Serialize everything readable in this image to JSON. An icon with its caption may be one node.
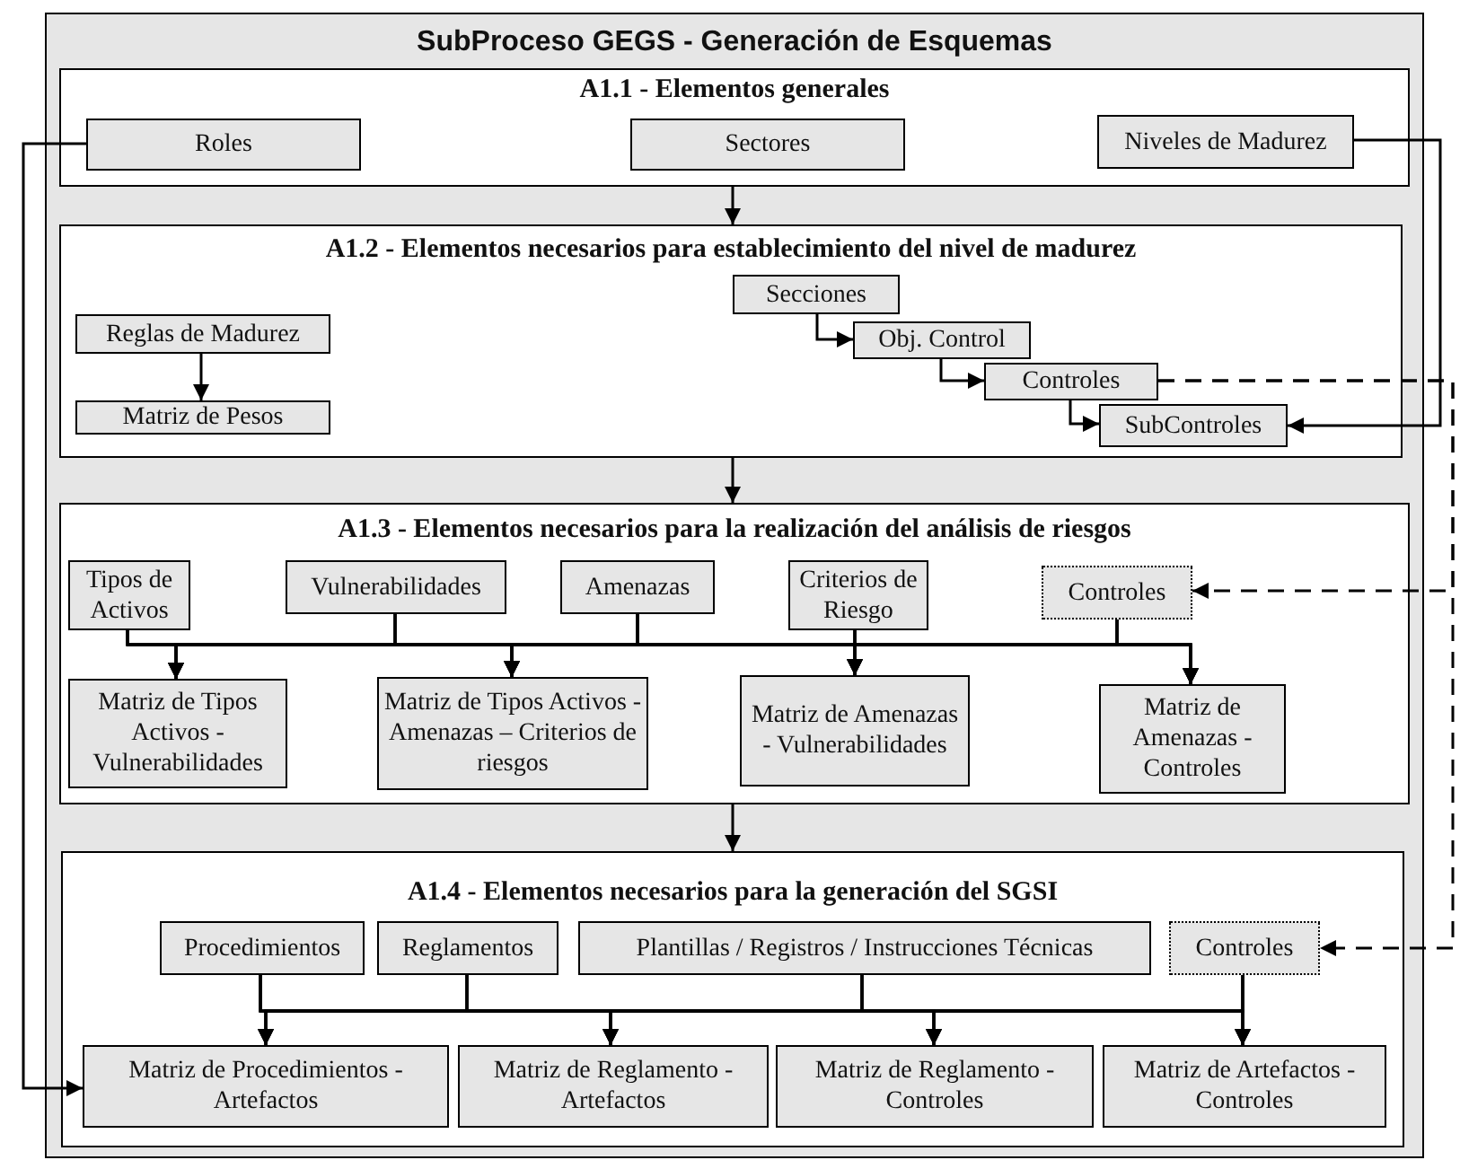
{
  "diagram": {
    "nodes": [
      {
        "text": [
          "SubProceso GEGS - Generación de Esquemas"
        ]
      },
      {
        "text": [
          "A1.1 - Elementos generales"
        ],
        "in": 0
      },
      {
        "text": [
          "Roles"
        ],
        "in": 1
      },
      {
        "text": [
          "Sectores"
        ],
        "in": 1
      },
      {
        "text": [
          "Niveles de Madurez"
        ],
        "in": 1
      },
      {
        "text": [
          "A1.2 - Elementos necesarios para establecimiento del nivel de madurez"
        ],
        "in": 0
      },
      {
        "text": [
          "Reglas de Madurez"
        ],
        "in": 5
      },
      {
        "text": [
          "Matriz de Pesos"
        ],
        "in": 5
      },
      {
        "text": [
          "Secciones"
        ],
        "in": 5
      },
      {
        "text": [
          "Obj. Control"
        ],
        "in": 5
      },
      {
        "text": [
          "Controles"
        ],
        "in": 5
      },
      {
        "text": [
          "SubControles"
        ],
        "in": 5
      },
      {
        "text": [
          "A1.3 - Elementos necesarios para la realización del análisis de riesgos"
        ],
        "in": 0
      },
      {
        "text": [
          "Tipos de Activos"
        ],
        "in": 12
      },
      {
        "text": [
          "Vulnerabilidades"
        ],
        "in": 12
      },
      {
        "text": [
          "Amenazas"
        ],
        "in": 12
      },
      {
        "text": [
          "Criterios de Riesgo"
        ],
        "in": 12
      },
      {
        "text": [
          "Controles"
        ],
        "in": 12
      },
      {
        "text": [
          "Matriz de Tipos Activos - Vulnerabilidades"
        ],
        "in": 12
      },
      {
        "text": [
          "Matriz de Tipos Activos - Amenazas – Criterios de riesgos"
        ],
        "in": 12
      },
      {
        "text": [
          "Matriz de Amenazas - Vulnerabilidades"
        ],
        "in": 12
      },
      {
        "text": [
          "Matriz de Amenazas - Controles"
        ],
        "in": 12
      },
      {
        "text": [
          "A1.4 - Elementos necesarios para la generación del SGSI"
        ],
        "in": 0
      },
      {
        "text": [
          "Procedimientos"
        ],
        "in": 22
      },
      {
        "text": [
          "Reglamentos"
        ],
        "in": 22
      },
      {
        "text": [
          "Plantillas / Registros / Instrucciones Técnicas"
        ],
        "in": 22
      },
      {
        "text": [
          "Controles"
        ],
        "in": 22
      },
      {
        "text": [
          "Matriz de Procedimientos - Artefactos"
        ],
        "in": 22
      },
      {
        "text": [
          "Matriz de Reglamento - Artefactos"
        ],
        "in": 22
      },
      {
        "text": [
          "Matriz de Reglamento - Controles"
        ],
        "in": 22
      },
      {
        "text": [
          "Matriz de Artefactos - Controles"
        ],
        "in": 22
      }
    ],
    "edges": [
      {
        "from": 1,
        "to": 5,
        "arrow": "to"
      },
      {
        "from": 6,
        "to": 7,
        "arrow": "to"
      },
      {
        "from": 8,
        "to": 9,
        "arrow": "to"
      },
      {
        "from": 9,
        "to": 10,
        "arrow": "to"
      },
      {
        "from": 10,
        "to": 11,
        "arrow": "to"
      },
      {
        "from": 4,
        "to": 11,
        "arrow": "to"
      },
      {
        "from": 10,
        "to": 17,
        "arrow": "to",
        "style": "dashed"
      },
      {
        "from": 10,
        "to": 26,
        "arrow": "to",
        "style": "dashed"
      },
      {
        "from": 2,
        "to": 27,
        "arrow": "to"
      },
      {
        "from": 5,
        "to": 12,
        "arrow": "to"
      },
      {
        "from": 12,
        "to": 22,
        "arrow": "to"
      },
      {
        "from": 13,
        "to": 18,
        "arrow": "to"
      },
      {
        "from": 13,
        "to": 19,
        "arrow": "to"
      },
      {
        "from": 13,
        "to": 20,
        "arrow": "to"
      },
      {
        "from": 13,
        "to": 21,
        "arrow": "to"
      },
      {
        "from": 14,
        "to": 18,
        "arrow": "to"
      },
      {
        "from": 14,
        "to": 19,
        "arrow": "to"
      },
      {
        "from": 14,
        "to": 20,
        "arrow": "to"
      },
      {
        "from": 14,
        "to": 21,
        "arrow": "to"
      },
      {
        "from": 15,
        "to": 18,
        "arrow": "to"
      },
      {
        "from": 15,
        "to": 19,
        "arrow": "to"
      },
      {
        "from": 15,
        "to": 20,
        "arrow": "to"
      },
      {
        "from": 15,
        "to": 21,
        "arrow": "to"
      },
      {
        "from": 16,
        "to": 18,
        "arrow": "to"
      },
      {
        "from": 16,
        "to": 19,
        "arrow": "to"
      },
      {
        "from": 16,
        "to": 20,
        "arrow": "to"
      },
      {
        "from": 16,
        "to": 21,
        "arrow": "to"
      },
      {
        "from": 17,
        "to": 18,
        "arrow": "to"
      },
      {
        "from": 17,
        "to": 19,
        "arrow": "to"
      },
      {
        "from": 17,
        "to": 20,
        "arrow": "to"
      },
      {
        "from": 17,
        "to": 21,
        "arrow": "to"
      },
      {
        "from": 23,
        "to": 27,
        "arrow": "to"
      },
      {
        "from": 23,
        "to": 28,
        "arrow": "to"
      },
      {
        "from": 23,
        "to": 29,
        "arrow": "to"
      },
      {
        "from": 23,
        "to": 30,
        "arrow": "to"
      },
      {
        "from": 24,
        "to": 27,
        "arrow": "to"
      },
      {
        "from": 24,
        "to": 28,
        "arrow": "to"
      },
      {
        "from": 24,
        "to": 29,
        "arrow": "to"
      },
      {
        "from": 24,
        "to": 30,
        "arrow": "to"
      },
      {
        "from": 25,
        "to": 27,
        "arrow": "to"
      },
      {
        "from": 25,
        "to": 28,
        "arrow": "to"
      },
      {
        "from": 25,
        "to": 29,
        "arrow": "to"
      },
      {
        "from": 25,
        "to": 30,
        "arrow": "to"
      },
      {
        "from": 26,
        "to": 27,
        "arrow": "to"
      },
      {
        "from": 26,
        "to": 28,
        "arrow": "to"
      },
      {
        "from": 26,
        "to": 29,
        "arrow": "to"
      },
      {
        "from": 26,
        "to": 30,
        "arrow": "to"
      }
    ]
  }
}
